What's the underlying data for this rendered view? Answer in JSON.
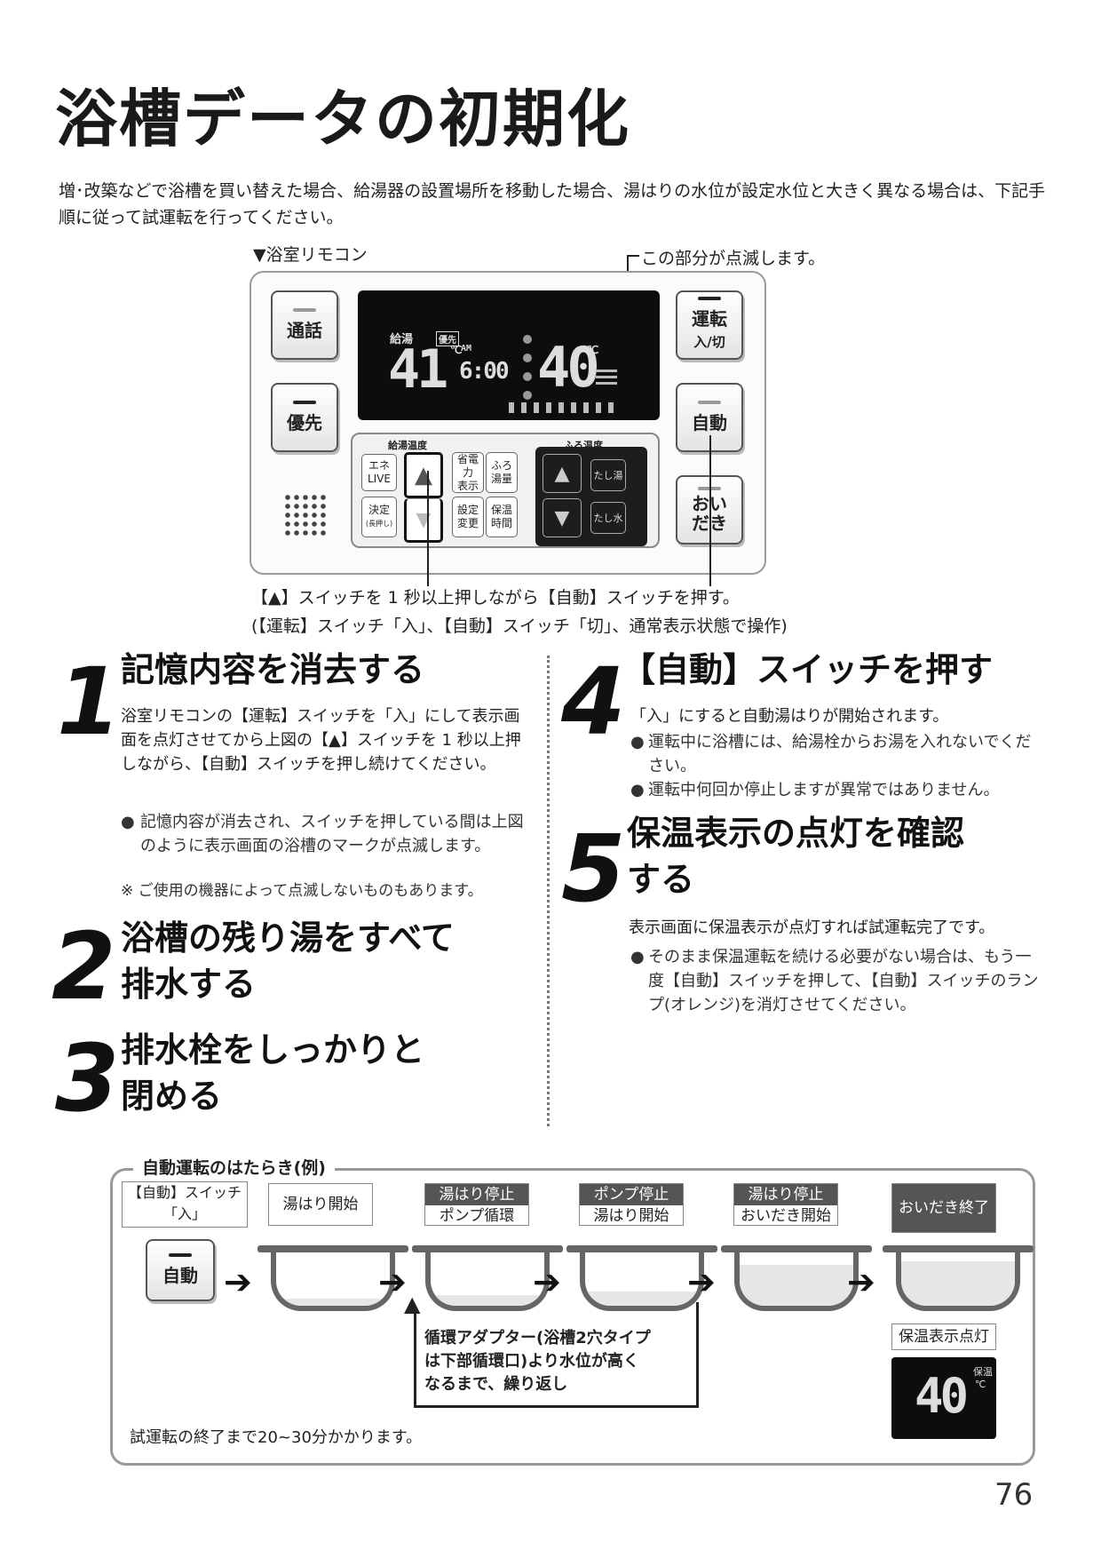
{
  "page": {
    "title": "浴槽データの初期化",
    "intro": "増･改築などで浴槽を買い替えた場合、給湯器の設置場所を移動した場合、湯はりの水位が設定水位と大きく異なる場合は、下記手順に従って試運転を行ってください。",
    "page_number": "76"
  },
  "remote": {
    "label": "▼浴室リモコン",
    "callout_top": "この部分が点滅します。",
    "callout_bottom_1": "【▲】スイッチを 1 秒以上押しながら【自動】スイッチを押す。",
    "callout_bottom_2": "(【運転】スイッチ「入」、【自動】スイッチ「切」、通常表示状態で操作)",
    "btn_call": "通話",
    "btn_priority": "優先",
    "btn_power": "運転",
    "btn_power_sub": "入/切",
    "btn_auto": "自動",
    "btn_reheat_1": "おい",
    "btn_reheat_2": "だき",
    "lcd_supply_label": "給湯",
    "lcd_priority_label": "優先",
    "lcd_supply_temp": "41",
    "lcd_unit": "℃",
    "lcd_am": "AM",
    "lcd_time": "6:00",
    "lcd_bath_temp": "40",
    "panel_supply_temp_label": "給湯温度",
    "panel_bath_temp_label": "ふろ温度",
    "btn_eco_1": "エネ",
    "btn_eco_2": "LIVE",
    "btn_decide": "決定",
    "btn_decide_sub": "(長押し)",
    "btn_saving_1": "省電力",
    "btn_saving_2": "表示",
    "btn_bathvol_1": "ふろ",
    "btn_bathvol_2": "湯量",
    "btn_setting_1": "設定",
    "btn_setting_2": "変更",
    "btn_keepwarm_1": "保温",
    "btn_keepwarm_2": "時間",
    "btn_add_hot": "たし湯",
    "btn_add_water": "たし水"
  },
  "steps": {
    "s1_num": "1",
    "s1_head": "記憶内容を消去する",
    "s1_body": "浴室リモコンの【運転】スイッチを「入」にして表示画面を点灯させてから上図の【▲】スイッチを 1 秒以上押しながら、【自動】スイッチを押し続けてください。",
    "s1_bullet_mark": "●",
    "s1_bullet": "記憶内容が消去され、スイッチを押している間は上図のように表示画面の浴槽のマークが点滅します。",
    "s1_note": "※ ご使用の機器によって点滅しないものもあります。",
    "s2_num": "2",
    "s2_head_1": "浴槽の残り湯をすべて",
    "s2_head_2": "排水する",
    "s3_num": "3",
    "s3_head_1": "排水栓をしっかりと",
    "s3_head_2": "閉める",
    "s4_num": "4",
    "s4_head": "【自動】スイッチを押す",
    "s4_body": "「入」にすると自動湯はりが開始されます。",
    "s4_bullet_1": "運転中に浴槽には、給湯栓からお湯を入れないでください。",
    "s4_bullet_2": "運転中何回か停止しますが異常ではありません。",
    "s5_num": "5",
    "s5_head_1": "保温表示の点灯を確認",
    "s5_head_2": "する",
    "s5_body": "表示画面に保温表示が点灯すれば試運転完了です。",
    "s5_bullet": "そのまま保温運転を続ける必要がない場合は、もう一度【自動】スイッチを押して、【自動】スイッチのランプ(オレンジ)を消灯させてください。"
  },
  "flow": {
    "title": "自動運転のはたらき(例)",
    "stage0_1": "【自動】スイッチ",
    "stage0_2": "「入」",
    "stage0_button": "自動",
    "stage1": "湯はり開始",
    "stage2_head": "湯はり停止",
    "stage2_sub": "ポンプ循環",
    "stage3_head": "ポンプ停止",
    "stage3_sub": "湯はり開始",
    "stage4_head": "湯はり停止",
    "stage4_sub": "おいだき開始",
    "stage5": "おいだき終了",
    "keepwarm_lit": "保温表示点灯",
    "keepwarm_label": "保温",
    "keepwarm_temp": "40",
    "keepwarm_unit": "℃",
    "loop_note_1": "循環アダプター(浴槽2穴タイプ",
    "loop_note_2": "は下部循環口)より水位が高く",
    "loop_note_3": "なるまで、繰り返し",
    "footer": "試運転の終了まで20~30分かかります。"
  }
}
